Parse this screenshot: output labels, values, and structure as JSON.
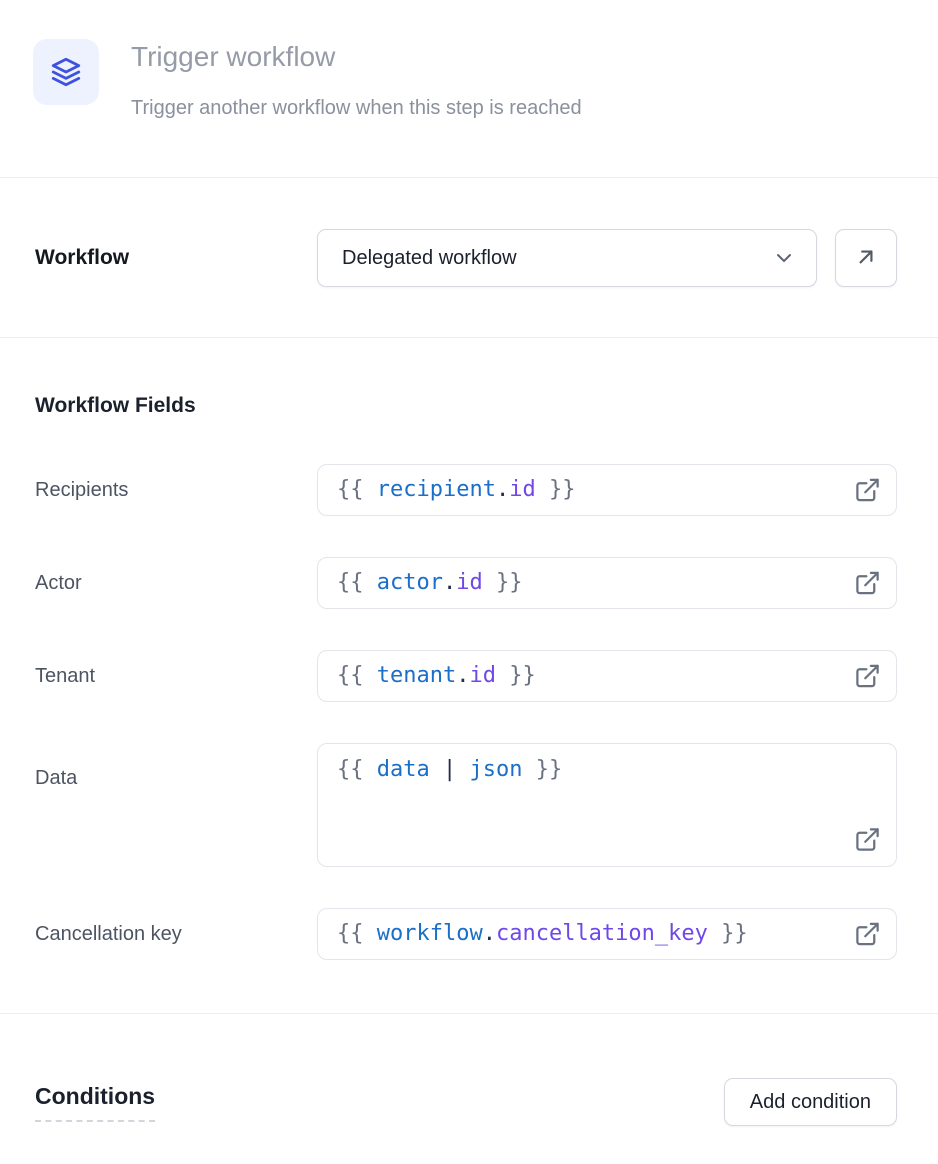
{
  "header": {
    "title": "Trigger workflow",
    "subtitle": "Trigger another workflow when this step is reached"
  },
  "workflow": {
    "label": "Workflow",
    "selected": "Delegated workflow"
  },
  "fields": {
    "heading": "Workflow Fields",
    "rows": [
      {
        "label": "Recipients",
        "tokens": [
          [
            "gray",
            "{{ "
          ],
          [
            "blue",
            "recipient"
          ],
          [
            "dark",
            "."
          ],
          [
            "purple",
            "id"
          ],
          [
            "gray",
            " }}"
          ]
        ]
      },
      {
        "label": "Actor",
        "tokens": [
          [
            "gray",
            "{{ "
          ],
          [
            "blue",
            "actor"
          ],
          [
            "dark",
            "."
          ],
          [
            "purple",
            "id"
          ],
          [
            "gray",
            " }}"
          ]
        ]
      },
      {
        "label": "Tenant",
        "tokens": [
          [
            "gray",
            "{{ "
          ],
          [
            "blue",
            "tenant"
          ],
          [
            "dark",
            "."
          ],
          [
            "purple",
            "id"
          ],
          [
            "gray",
            " }}"
          ]
        ]
      },
      {
        "label": "Data",
        "tokens": [
          [
            "gray",
            "{{ "
          ],
          [
            "blue",
            "data"
          ],
          [
            "dark",
            " | "
          ],
          [
            "blue",
            "json"
          ],
          [
            "gray",
            " }}"
          ]
        ]
      },
      {
        "label": "Cancellation key",
        "tokens": [
          [
            "gray",
            "{{ "
          ],
          [
            "blue",
            "workflow"
          ],
          [
            "dark",
            "."
          ],
          [
            "purple",
            "cancellation_key"
          ],
          [
            "gray",
            " }}"
          ]
        ]
      }
    ]
  },
  "conditions": {
    "heading": "Conditions",
    "add_button": "Add condition"
  },
  "colors": {
    "accent": "#3d53dd",
    "icon_bg": "#eef2ff",
    "code_blue": "#1a6fc9",
    "code_purple": "#7048e8",
    "code_gray": "#6a7280",
    "code_dark": "#252d4d",
    "divider": "#eceef1"
  }
}
